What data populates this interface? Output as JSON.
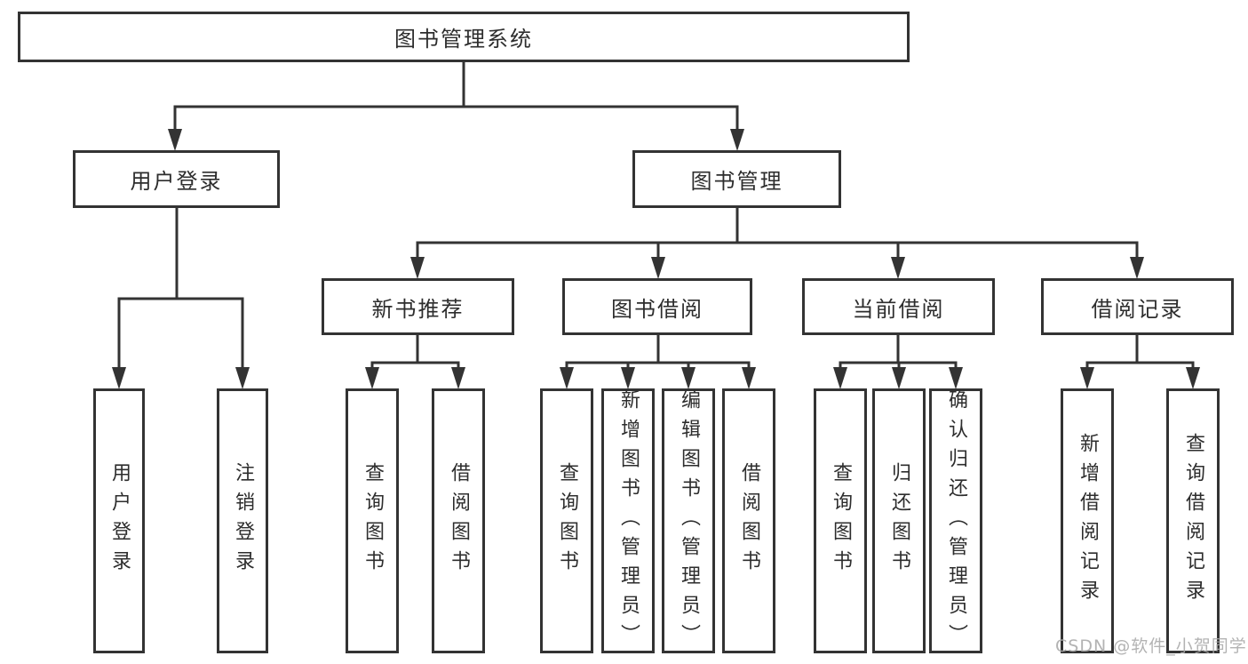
{
  "tree": {
    "root": {
      "label": "图书管理系统"
    },
    "branches": [
      {
        "label": "用户登录",
        "children": [
          {
            "label": "用户登录"
          },
          {
            "label": "注销登录"
          }
        ]
      },
      {
        "label": "图书管理",
        "children": [
          {
            "label": "新书推荐",
            "children": [
              {
                "label": "查询图书"
              },
              {
                "label": "借阅图书"
              }
            ]
          },
          {
            "label": "图书借阅",
            "children": [
              {
                "label": "查询图书"
              },
              {
                "label": "新增图书（管理员）"
              },
              {
                "label": "编辑图书（管理员）"
              },
              {
                "label": "借阅图书"
              }
            ]
          },
          {
            "label": "当前借阅",
            "children": [
              {
                "label": "查询图书"
              },
              {
                "label": "归还图书"
              },
              {
                "label": "确认归还（管理员）"
              }
            ]
          },
          {
            "label": "借阅记录",
            "children": [
              {
                "label": "新增借阅记录"
              },
              {
                "label": "查询借阅记录"
              }
            ]
          }
        ]
      }
    ]
  },
  "watermark": "CSDN @软件_小贺同学",
  "colors": {
    "line": "#333333",
    "box_border": "#333333",
    "text": "#2d2d2d",
    "background": "#ffffff",
    "watermark": "#a8a8a8"
  }
}
